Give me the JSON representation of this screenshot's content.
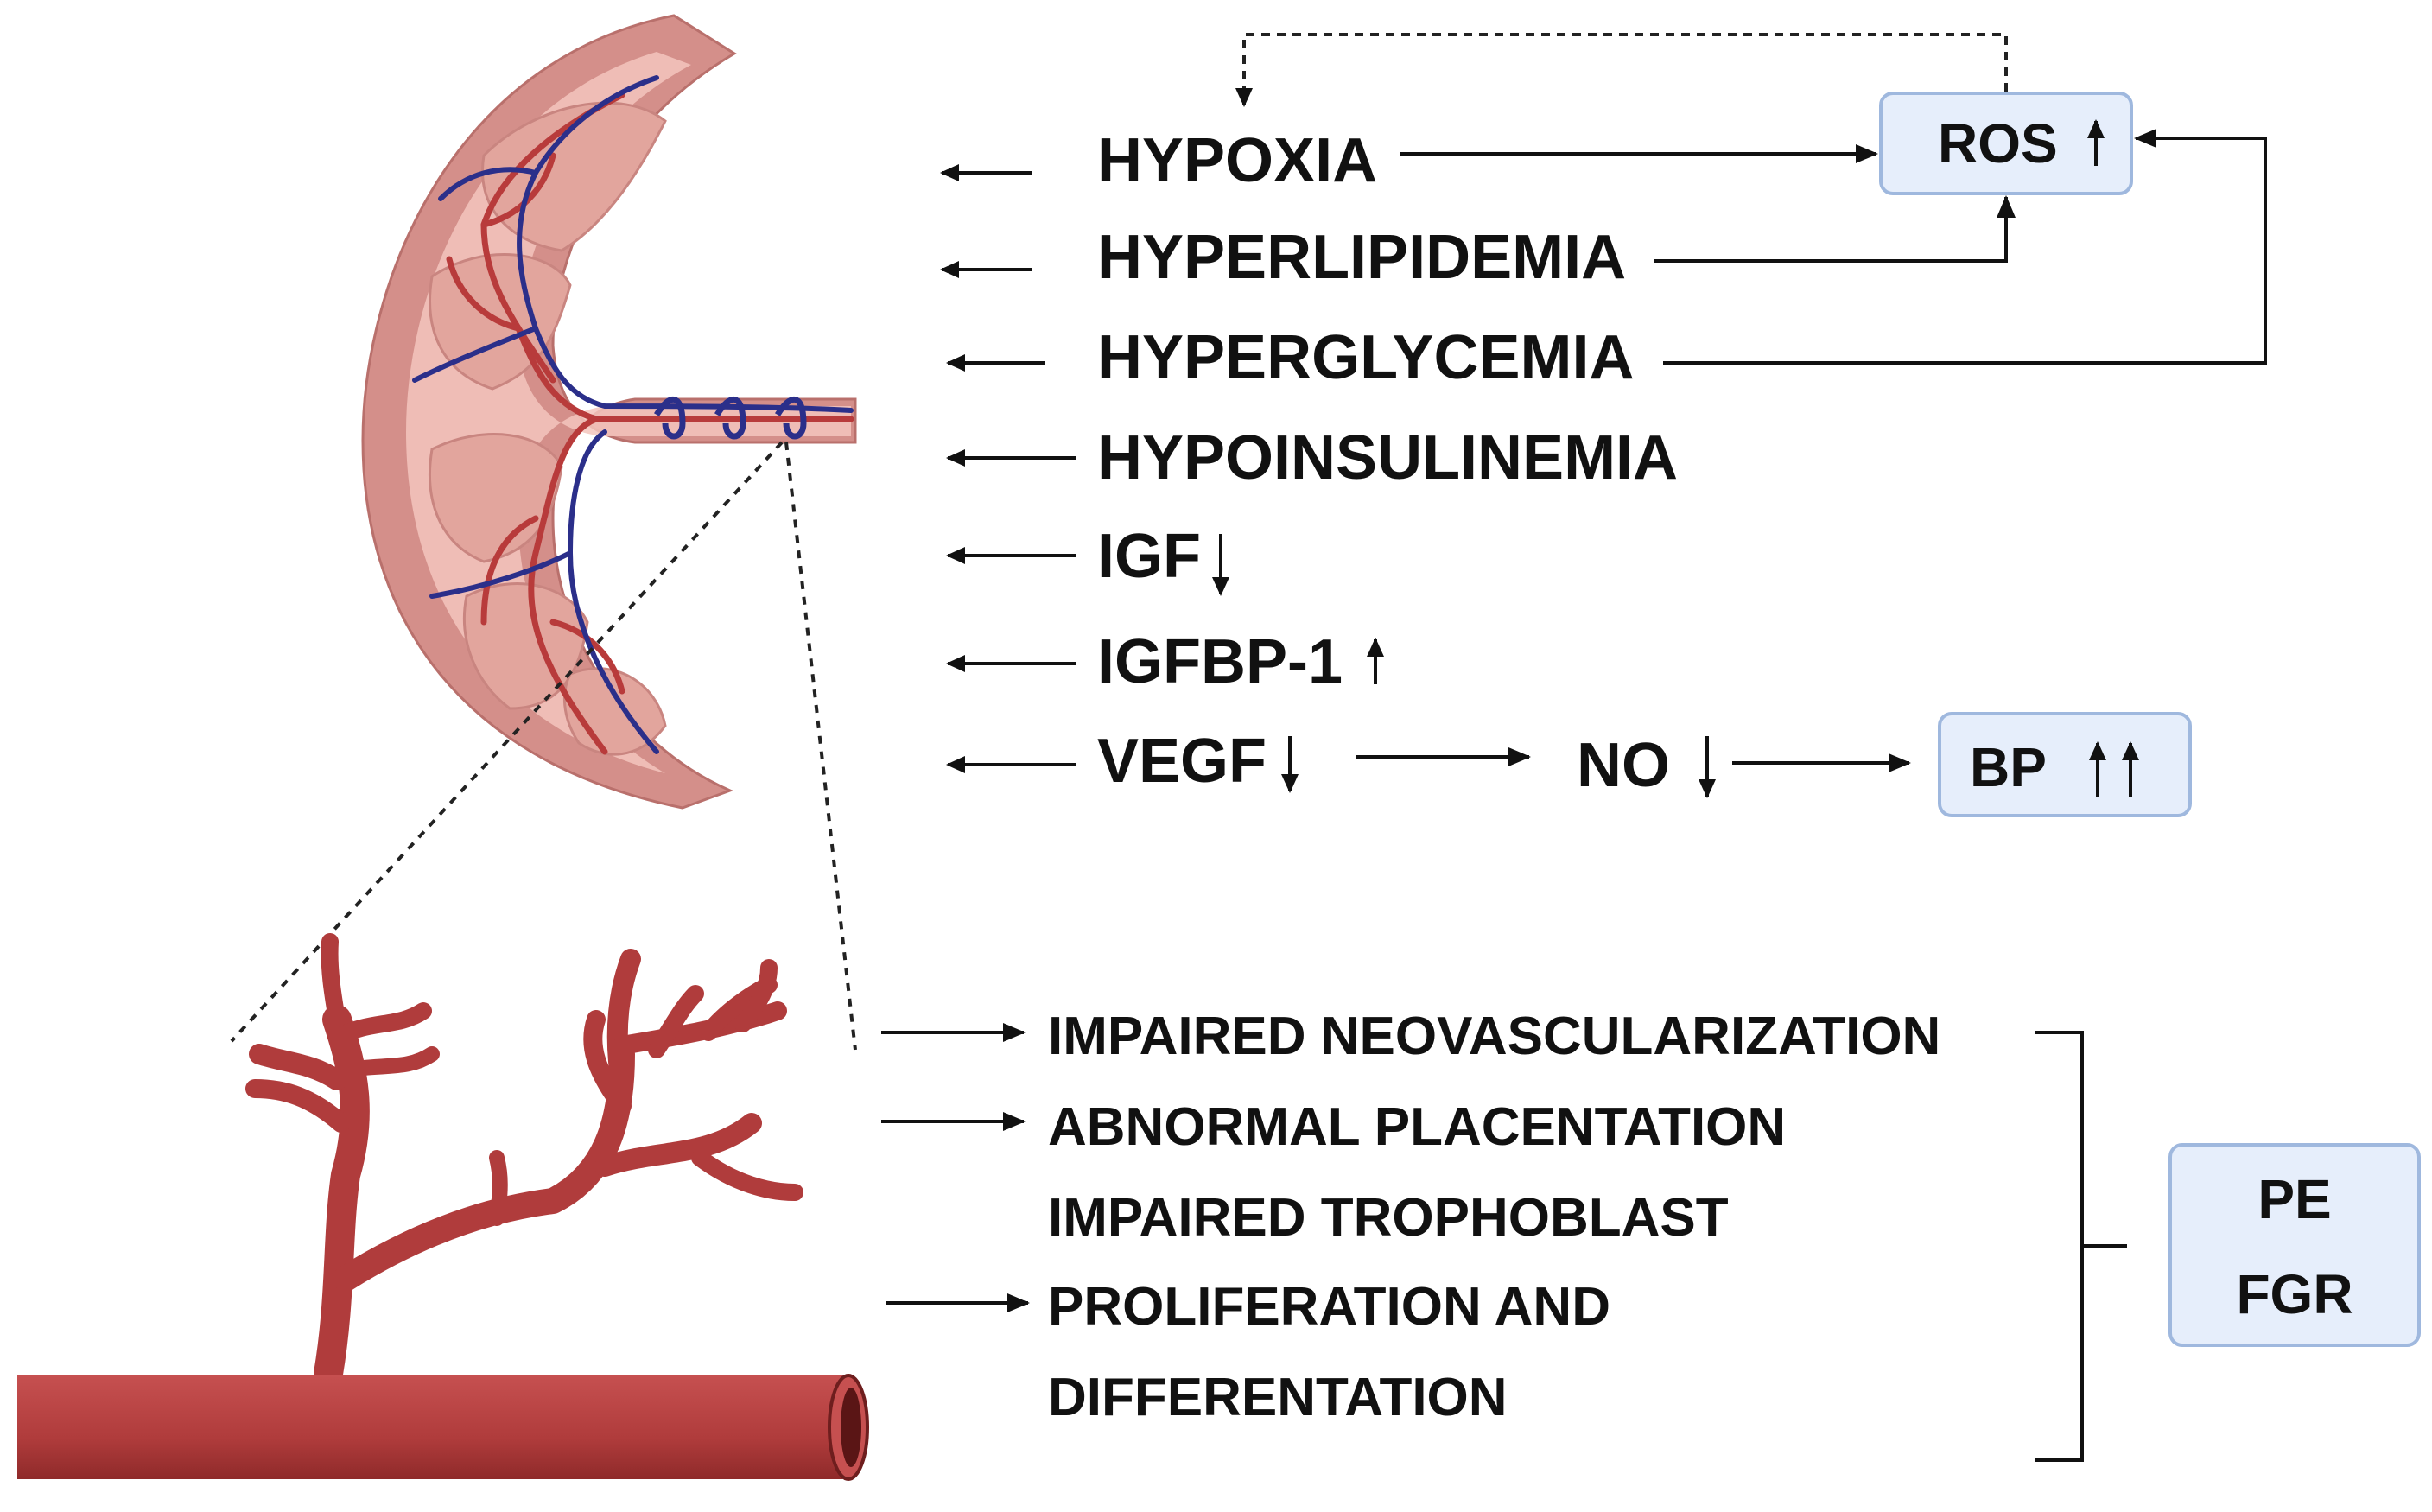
{
  "factors": [
    {
      "id": "hypoxia",
      "text": "HYPOXIA",
      "arrow": ""
    },
    {
      "id": "hyperlipidemia",
      "text": "HYPERLIPIDEMIA",
      "arrow": ""
    },
    {
      "id": "hyperglycemia",
      "text": "HYPERGLYCEMIA",
      "arrow": ""
    },
    {
      "id": "hypoinsulinemia",
      "text": "HYPOINSULINEMIA",
      "arrow": ""
    },
    {
      "id": "igf",
      "text": "IGF",
      "arrow": "down"
    },
    {
      "id": "igfbp1",
      "text": "IGFBP-1",
      "arrow": "up"
    },
    {
      "id": "vegf",
      "text": "VEGF",
      "arrow": "down"
    }
  ],
  "ros_box": {
    "text": "ROS",
    "arrow": "up"
  },
  "no_label": {
    "text": "NO",
    "arrow": "down"
  },
  "bp_box": {
    "text": "BP",
    "arrows": "double-up"
  },
  "outcomes": [
    "IMPAIRED NEOVASCULARIZATION",
    "ABNORMAL PLACENTATION",
    "IMPAIRED TROPHOBLAST",
    "PROLIFERATION AND",
    "DIFFERENTATION"
  ],
  "result_box": {
    "line1": "PE",
    "line2": "FGR"
  },
  "colors": {
    "box_fill": "#e6eefb",
    "box_stroke": "#9fb8de",
    "placenta_outer": "#d48f8a",
    "placenta_inner": "#f3c5bd",
    "vessel_red": "#b83b3b",
    "vessel_blue": "#2b2f8a",
    "text": "#111111"
  }
}
